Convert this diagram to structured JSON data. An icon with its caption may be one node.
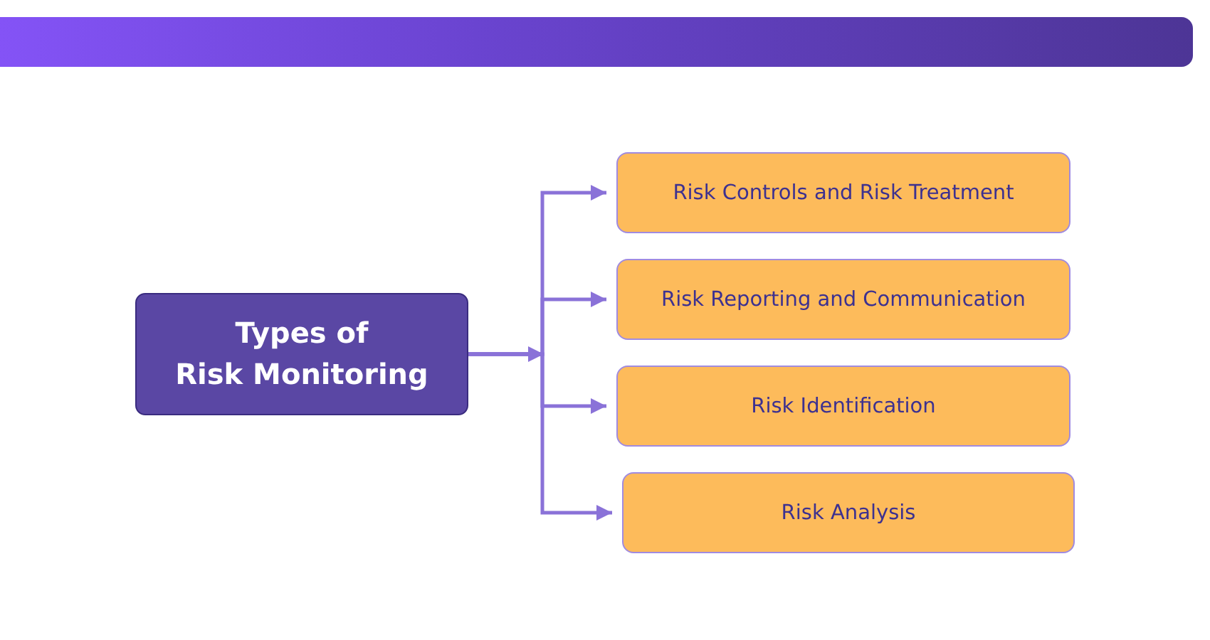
{
  "diagram": {
    "nodes": [
      {
        "text": [
          "Types of Risk Monitoring"
        ]
      },
      {
        "text": [
          "Risk Controls and Risk Treatment"
        ]
      },
      {
        "text": [
          "Risk Reporting and Communication"
        ]
      },
      {
        "text": [
          "Risk Identification"
        ]
      },
      {
        "text": [
          "Risk Analysis"
        ]
      }
    ],
    "edges": [
      {
        "from": 0,
        "to": 1,
        "arrow": "to"
      },
      {
        "from": 0,
        "to": 2,
        "arrow": "to"
      },
      {
        "from": 0,
        "to": 3,
        "arrow": "to"
      },
      {
        "from": 0,
        "to": 4,
        "arrow": "to"
      }
    ]
  }
}
